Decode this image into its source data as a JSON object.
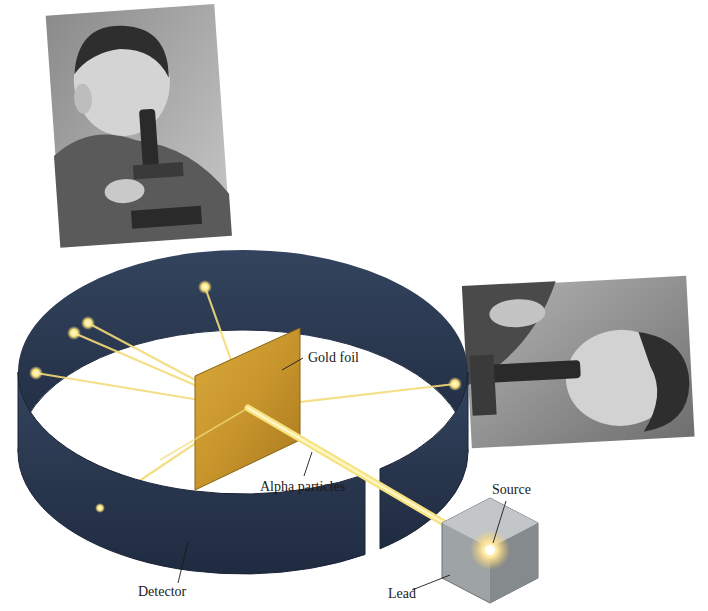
{
  "diagram": {
    "labels": [
      "Gold foil",
      "Alpha particles",
      "Source",
      "Detector",
      "Lead"
    ]
  }
}
